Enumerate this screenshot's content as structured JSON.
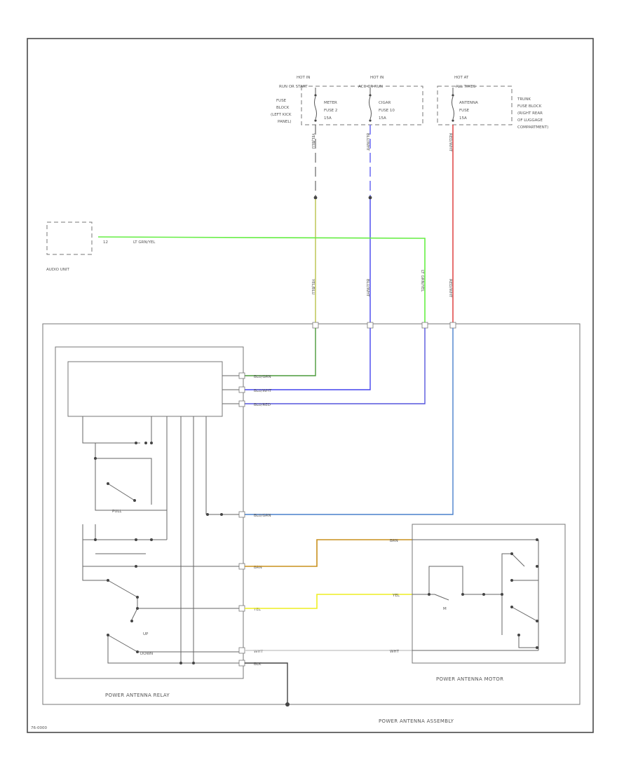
{
  "fuses": {
    "meter": {
      "hot": "HOT IN",
      "hot2": "RUN OR START",
      "name1": "METER",
      "name2": "FUSE 2",
      "amp": "15A"
    },
    "cigar": {
      "hot": "HOT IN",
      "hot2": "ACC OR RUN",
      "name1": "CIGAR",
      "name2": "FUSE 10",
      "amp": "15A"
    },
    "antenna": {
      "hot": "HOT AT",
      "hot2": "ALL TIMES",
      "name1": "ANTENNA",
      "name2": "FUSE",
      "amp": "15A"
    }
  },
  "fuse_block": {
    "l1": "FUSE",
    "l2": "BLOCK",
    "l3": "(LEFT KICK",
    "l4": "PANEL)"
  },
  "trunk_block": {
    "l1": "TRUNK",
    "l2": "FUSE BLOCK",
    "l3": "(RIGHT REAR",
    "l4": "OF LUGGAGE",
    "l5": "COMPARTMENT)"
  },
  "audio_unit": {
    "label": "AUDIO UNIT",
    "pin": "12",
    "wire": "LT GRN/YEL"
  },
  "wire_colors": {
    "meter": "YEL/BLU",
    "cigar": "BLU/WHT",
    "antenna": "RED/WHT",
    "audio": "LT GRN/YEL"
  },
  "relay_wires": {
    "w1": "BLU/GRN",
    "w2": "BLU/WHT",
    "w3": "BLU/RED",
    "w4": "BLU/GRN",
    "brn": "BRN",
    "yel": "YEL",
    "wht": "WHT",
    "blk": "BLK"
  },
  "relay_labels": {
    "pull": "PULL",
    "up": "UP",
    "down": "DOWN"
  },
  "motor_labels": {
    "m": "M",
    "brn": "BRN",
    "yel": "YEL",
    "wht": "WHT"
  },
  "titles": {
    "relay": "POWER ANTENNA RELAY",
    "motor": "POWER ANTENNA MOTOR",
    "assembly": "POWER ANTENNA ASSEMBLY"
  },
  "footer_code": "76-0000",
  "colors": {
    "yellow_green": "#b9c24a",
    "blue": "#4444ee",
    "red": "#dd3333",
    "light_green": "#66ee44",
    "brown": "#c8901e",
    "yellow": "#eeee22",
    "white_wire": "#cccccc"
  }
}
